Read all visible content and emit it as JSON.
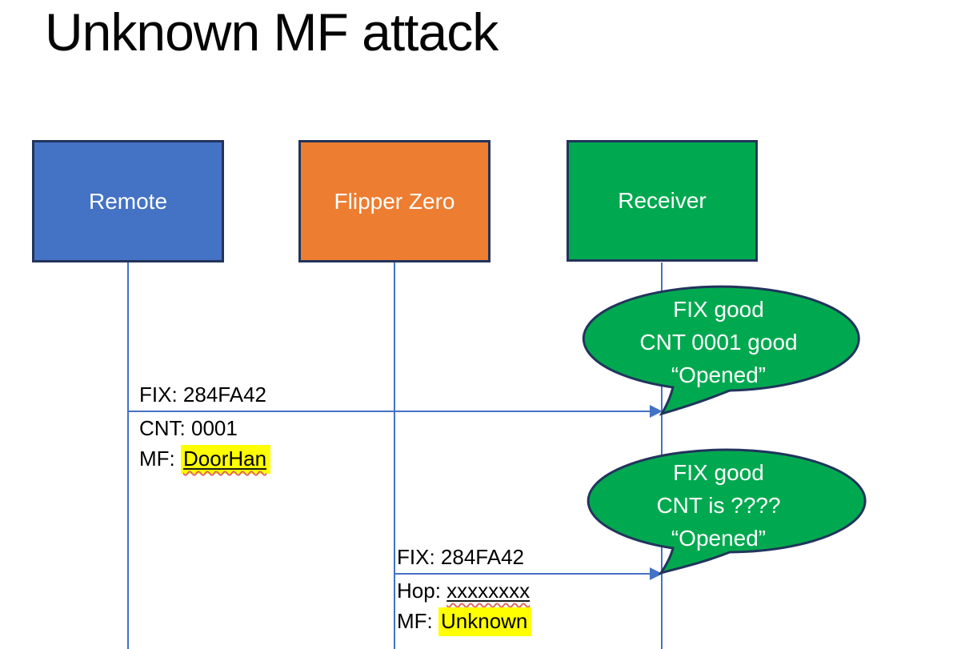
{
  "title": "Unknown MF attack",
  "actors": [
    {
      "label": "Remote",
      "fill": "#4472c4"
    },
    {
      "label": "Flipper Zero",
      "fill": "#ed7d31"
    },
    {
      "label": "Receiver",
      "fill": "#00a94f"
    }
  ],
  "message1": {
    "from": "Remote",
    "to": "Receiver",
    "line1": "FIX: 284FA42",
    "line2": "CNT: 0001",
    "line3_prefix": "MF: ",
    "line3_value": "DoorHan"
  },
  "message2": {
    "from": "Flipper Zero",
    "to": "Receiver",
    "line1": "FIX: 284FA42",
    "line2_prefix": "Hop: ",
    "line2_value": "xxxxxxxx",
    "line3_prefix": "MF: ",
    "line3_value": "Unknown"
  },
  "callout1": {
    "line1": "FIX good",
    "line2": "CNT 0001 good",
    "line3": "“Opened”"
  },
  "callout2": {
    "line1": "FIX good",
    "line2": "CNT is ????",
    "line3": "“Opened”"
  },
  "colors": {
    "actor_blue": "#4472c4",
    "actor_orange": "#ed7d31",
    "actor_green": "#00a94f",
    "shape_border": "#22345c",
    "connector_blue": "#4472c4",
    "highlight_yellow": "#ffff00",
    "spellcheck_red": "#e06a5f",
    "bubble_green": "#00a94f"
  }
}
